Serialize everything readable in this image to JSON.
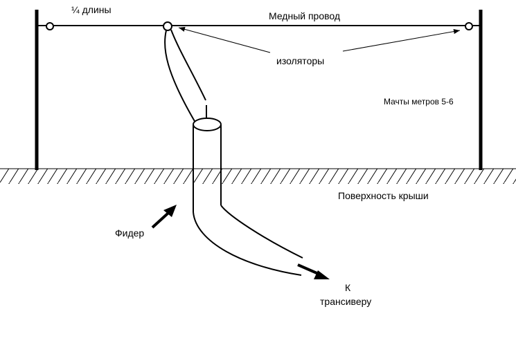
{
  "labels": {
    "quarter_length": "¼ длины",
    "copper_wire": "Медный провод",
    "insulators": "изоляторы",
    "masts": "Мачты метров 5-6",
    "roof_surface": "Поверхность крыши",
    "feeder": "Фидер",
    "to_transceiver_line1": "К",
    "to_transceiver_line2": "трансиверу"
  }
}
